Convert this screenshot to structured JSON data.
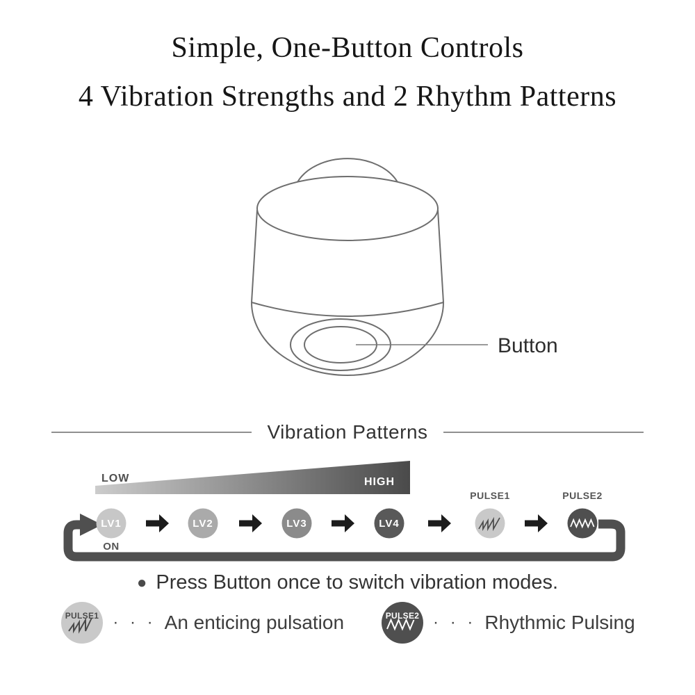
{
  "title": {
    "line1": "Simple, One-Button Controls",
    "line2": "4 Vibration Strengths and 2 Rhythm Patterns"
  },
  "device": {
    "button_label": "Button"
  },
  "patterns": {
    "heading": "Vibration Patterns",
    "low_label": "LOW",
    "high_label": "HIGH",
    "on_label": "ON",
    "gradient": {
      "from": "#cccccc",
      "to": "#4a4a4a"
    },
    "arrow_color": "#1c1c1c",
    "loop_color": "#4f4f4f",
    "levels": [
      {
        "label": "LV1",
        "color": "#c7c7c7"
      },
      {
        "label": "LV2",
        "color": "#aaaaaa"
      },
      {
        "label": "LV3",
        "color": "#8b8b8b"
      },
      {
        "label": "LV4",
        "color": "#595959"
      }
    ],
    "pulses": [
      {
        "label": "PULSE1",
        "color": "#c9c9c9",
        "wave_color": "#4a4a4a"
      },
      {
        "label": "PULSE2",
        "color": "#4f4f4f",
        "wave_color": "#ffffff"
      }
    ]
  },
  "instruction": {
    "bullet": "●",
    "text": "Press Button once to switch vibration modes."
  },
  "legend": [
    {
      "label": "PULSE1",
      "circle_color": "#c9c9c9",
      "label_color": "#4a4a4a",
      "wave_color": "#4a4a4a",
      "dots": "· · ·",
      "text": "An enticing pulsation"
    },
    {
      "label": "PULSE2",
      "circle_color": "#4f4f4f",
      "label_color": "#ffffff",
      "wave_color": "#ffffff",
      "dots": "· · ·",
      "text": "Rhythmic Pulsing"
    }
  ]
}
